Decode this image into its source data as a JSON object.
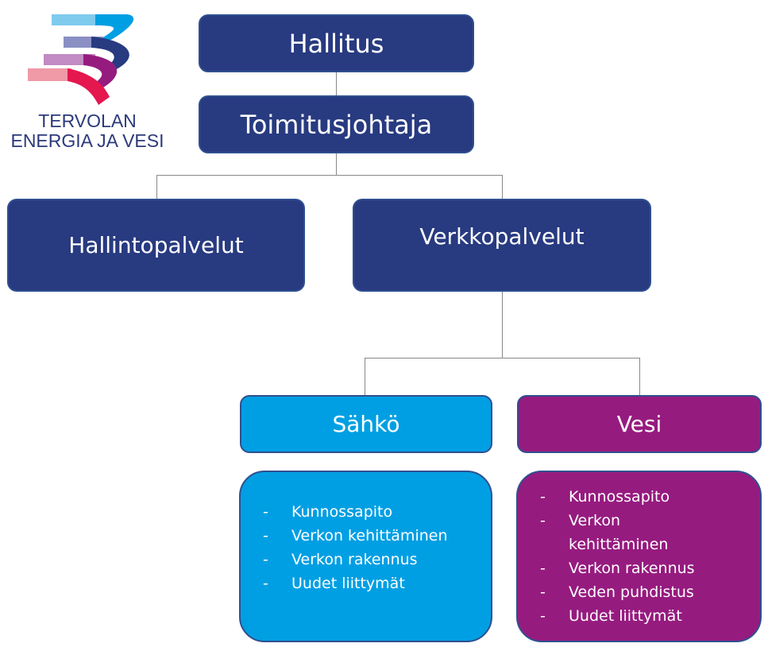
{
  "logo": {
    "line1": "TERVOLAN",
    "line2": "ENERGIA JA VESI"
  },
  "org": {
    "board": "Hallitus",
    "ceo": "Toimitusjohtaja",
    "admin": "Hallintopalvelut",
    "network": "Verkkopalvelut",
    "electricity": {
      "title": "Sähkö",
      "items": [
        "Kunnossapito",
        "Verkon kehittäminen",
        "Verkon rakennus",
        "Uudet liittymät"
      ]
    },
    "water": {
      "title": "Vesi",
      "items": [
        "Kunnossapito",
        "Verkon kehittäminen",
        "Verkon rakennus",
        "Veden puhdistus",
        "Uudet liittymät"
      ]
    }
  },
  "colors": {
    "navy": "#283a80",
    "blue": "#009fe3",
    "purple": "#961b7f"
  }
}
